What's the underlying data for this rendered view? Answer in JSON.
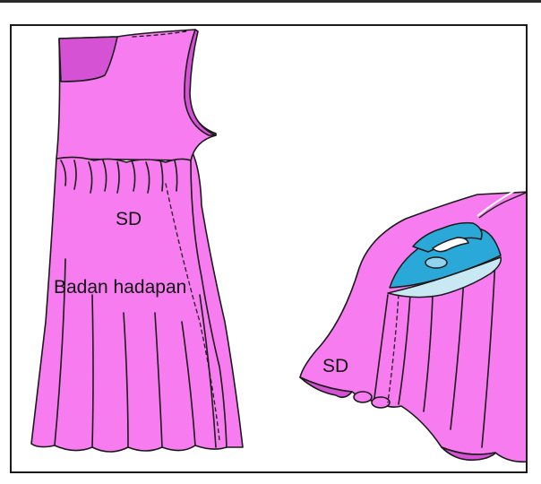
{
  "labels": {
    "sd_left": "SD",
    "badan": "Badan hadapan",
    "sd_right": "SD"
  },
  "colors": {
    "fabric": "#f77cf0",
    "fabric_dark": "#d552d4",
    "outline": "#1a1a1a",
    "iron_body": "#2aa8d8",
    "iron_plate": "#c8e8f4"
  },
  "icons": [
    "dress-front-illustration",
    "fabric-piece-illustration",
    "iron-icon"
  ]
}
